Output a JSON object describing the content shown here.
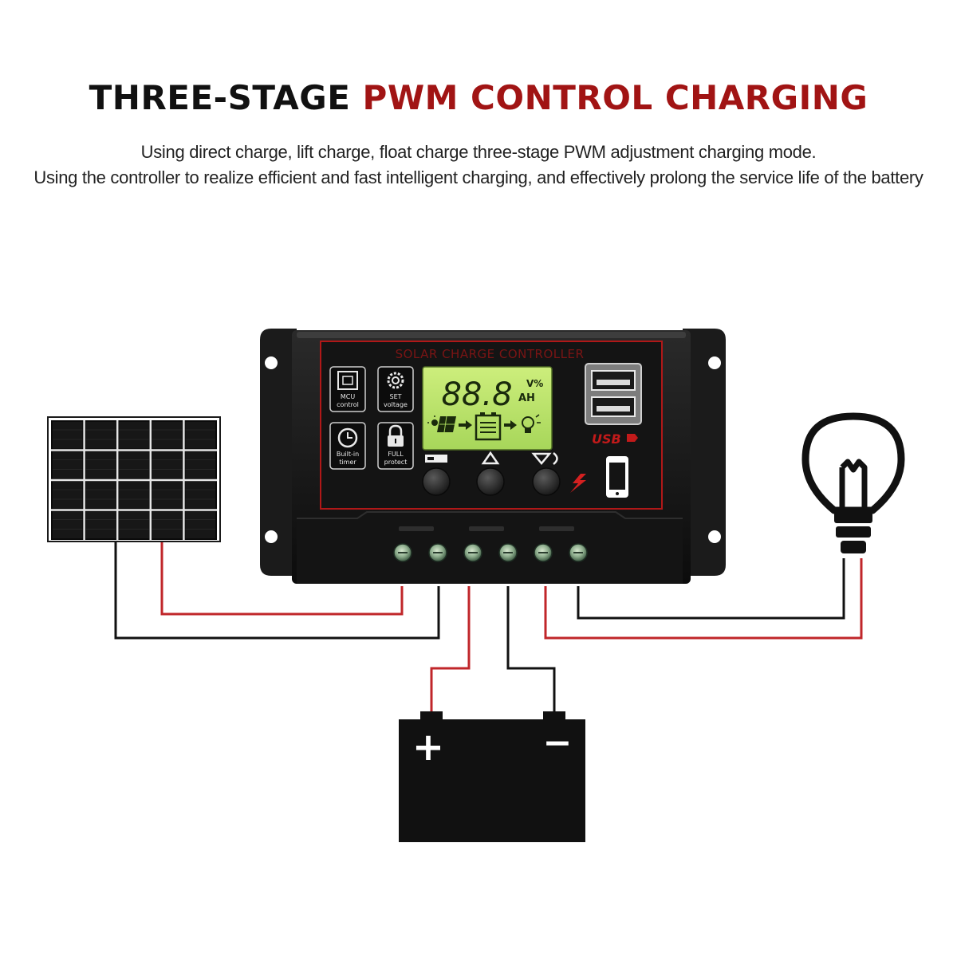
{
  "heading": {
    "part1": "THREE-STAGE",
    "part2": "PWM CONTROL CHARGING"
  },
  "description": {
    "line1": "Using direct charge, lift charge, float charge three-stage PWM adjustment charging mode.",
    "line2": "Using the controller to realize efficient and fast intelligent charging, and effectively prolong the service life of the battery"
  },
  "controller": {
    "panel_title": "SOLAR CHARGE CONTROLLER",
    "display_digits": "88.8",
    "display_unit_top": "V%",
    "display_unit_bottom": "AH",
    "usb_label": "USB",
    "features": [
      {
        "line1": "MCU",
        "line2": "control",
        "icon": "chip-icon"
      },
      {
        "line1": "SET",
        "line2": "voltage",
        "icon": "gear-icon"
      },
      {
        "line1": "Built-in",
        "line2": "timer",
        "icon": "clock-icon"
      },
      {
        "line1": "FULL",
        "line2": "protect",
        "icon": "lock-icon"
      }
    ],
    "buttons": [
      {
        "icon": "menu-icon"
      },
      {
        "icon": "up-arrow-icon"
      },
      {
        "icon": "down-arrow-icon"
      }
    ]
  },
  "battery": {
    "positive": "+",
    "negative": "−"
  },
  "colors": {
    "accent_red": "#a11414",
    "wire_red": "#c0262a",
    "wire_black": "#111111",
    "lcd_green": "#b9e36a"
  }
}
